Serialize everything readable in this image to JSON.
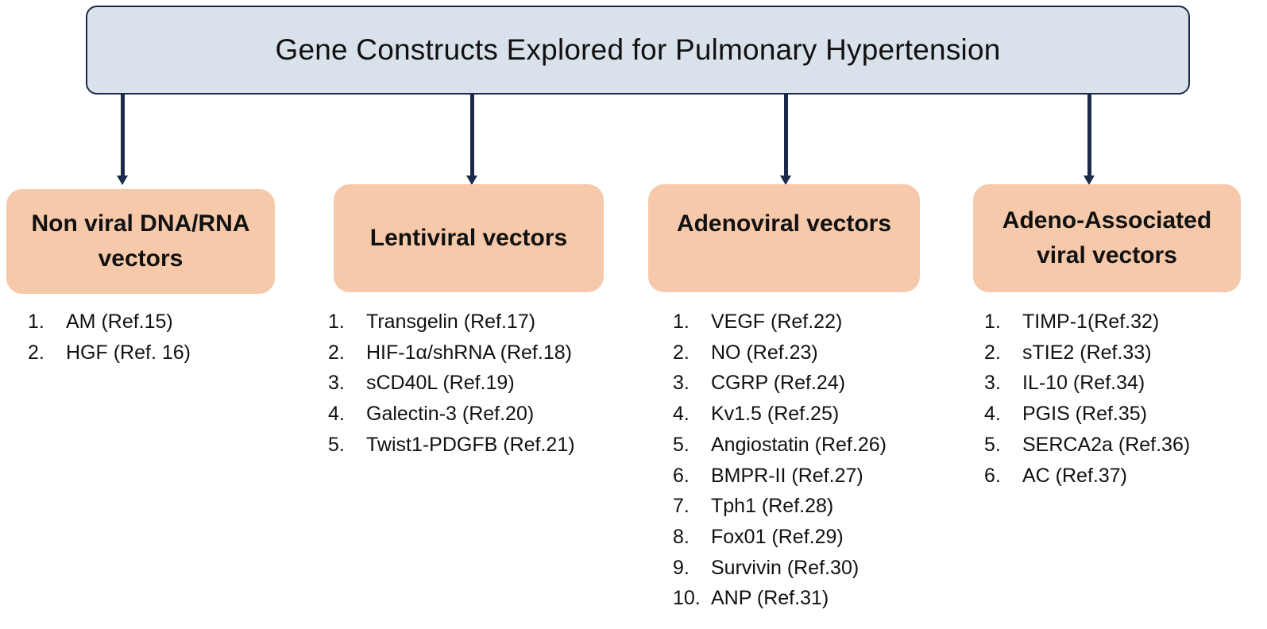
{
  "title": "Gene Constructs Explored for Pulmonary Hypertension",
  "colors": {
    "title_fill": "#d9e1ea",
    "title_border": "#1b2a4a",
    "category_fill": "#f6c9aa",
    "arrow": "#1b2a4a"
  },
  "categories": [
    {
      "label": "Non viral DNA/RNA vectors",
      "items": [
        {
          "num": "1.",
          "text": "AM (Ref.15)"
        },
        {
          "num": "2.",
          "text": "HGF (Ref. 16)"
        }
      ]
    },
    {
      "label": "Lentiviral vectors",
      "items": [
        {
          "num": "1.",
          "text": "Transgelin (Ref.17)"
        },
        {
          "num": "2.",
          "text": "HIF-1α/shRNA (Ref.18)"
        },
        {
          "num": "3.",
          "text": "sCD40L (Ref.19)"
        },
        {
          "num": "4.",
          "text": "Galectin-3 (Ref.20)"
        },
        {
          "num": "5.",
          "text": "Twist1-PDGFB (Ref.21)"
        }
      ]
    },
    {
      "label": "Adenoviral vectors",
      "items": [
        {
          "num": "1.",
          "text": "VEGF (Ref.22)"
        },
        {
          "num": "2.",
          "text": "NO (Ref.23)"
        },
        {
          "num": "3.",
          "text": "CGRP (Ref.24)"
        },
        {
          "num": "4.",
          "text": "Kv1.5 (Ref.25)"
        },
        {
          "num": "5.",
          "text": "Angiostatin (Ref.26)"
        },
        {
          "num": "6.",
          "text": "BMPR-II (Ref.27)"
        },
        {
          "num": "7.",
          "text": "Tph1 (Ref.28)"
        },
        {
          "num": "8.",
          "text": "Fox01 (Ref.29)"
        },
        {
          "num": "9.",
          "text": "Survivin (Ref.30)"
        },
        {
          "num": "10.",
          "text": "ANP (Ref.31)"
        }
      ]
    },
    {
      "label": "Adeno-Associated viral vectors",
      "items": [
        {
          "num": "1.",
          "text": "TIMP-1(Ref.32)"
        },
        {
          "num": "2.",
          "text": "sTIE2 (Ref.33)"
        },
        {
          "num": "3.",
          "text": "IL-10 (Ref.34)"
        },
        {
          "num": "4.",
          "text": "PGIS (Ref.35)"
        },
        {
          "num": "5.",
          "text": "SERCA2a (Ref.36)"
        },
        {
          "num": "6.",
          "text": "AC (Ref.37)"
        }
      ]
    }
  ]
}
